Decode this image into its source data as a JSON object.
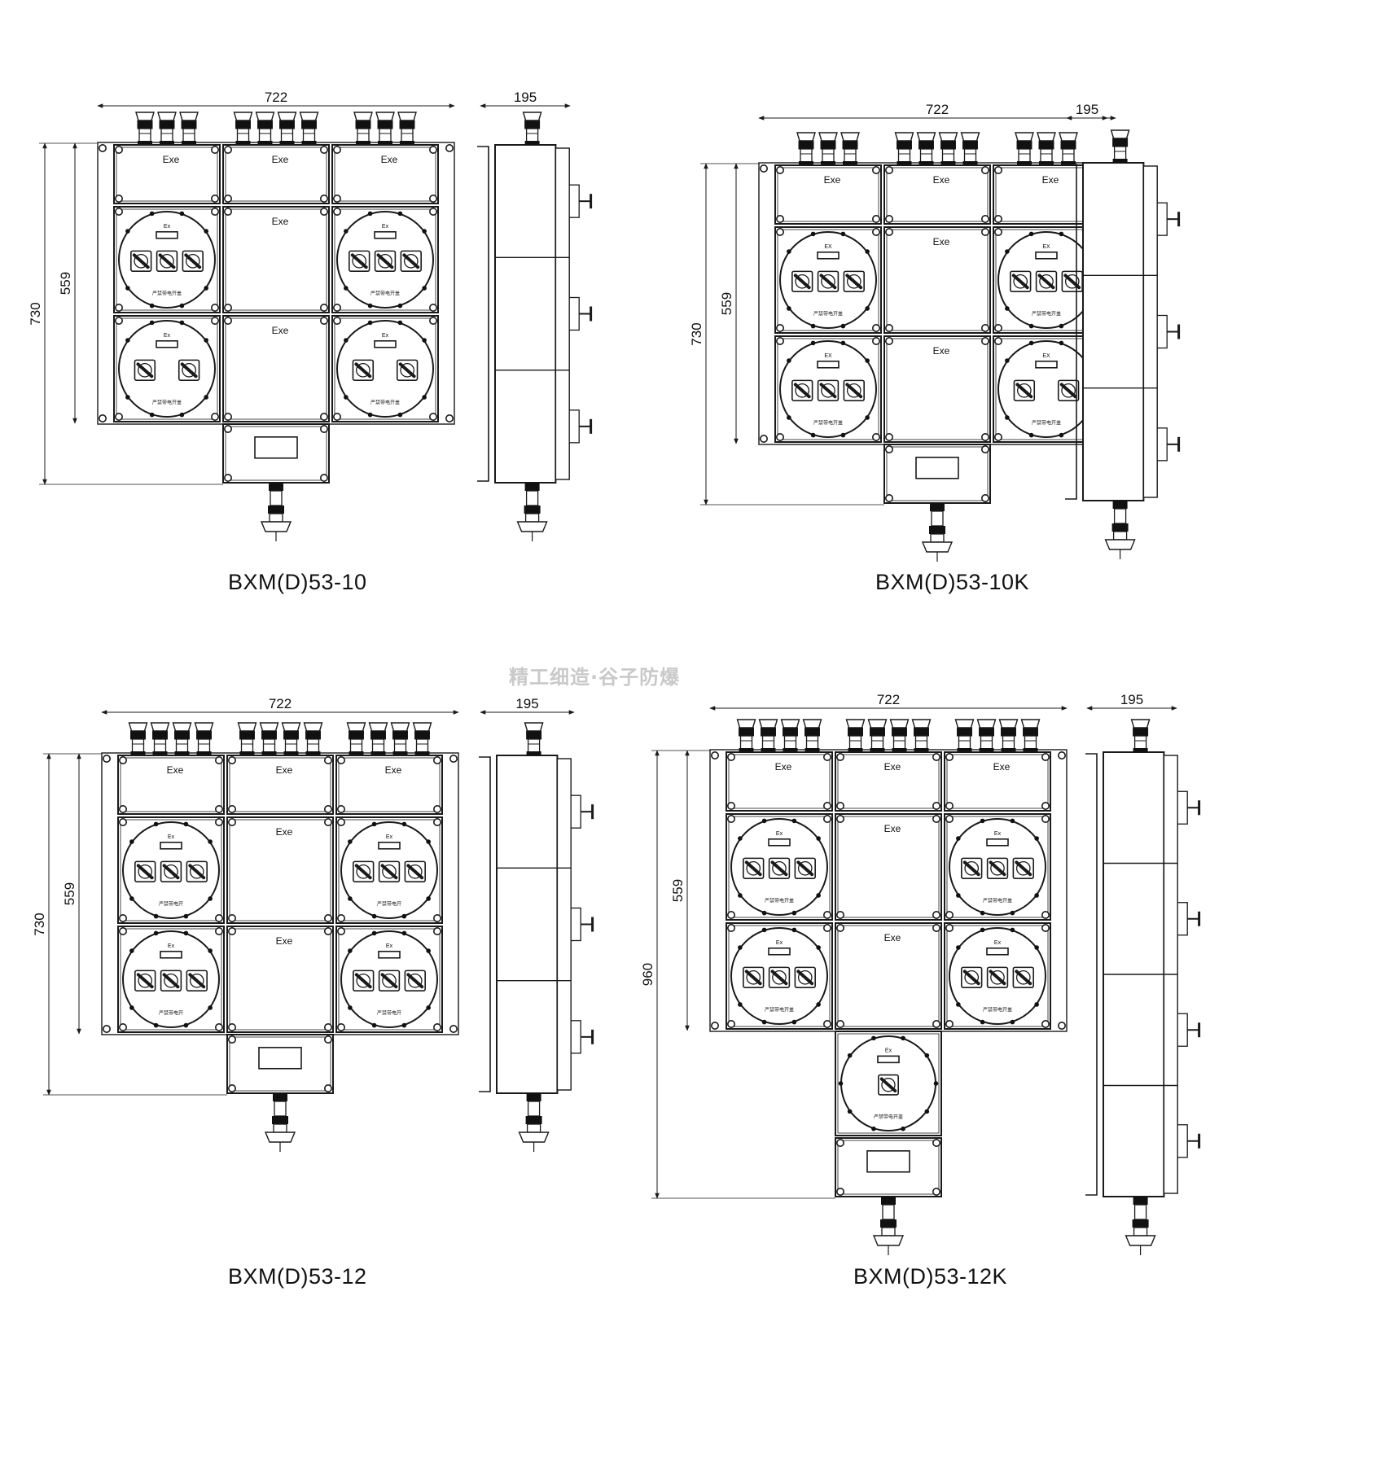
{
  "watermark": "精工细造·谷子防爆",
  "colors": {
    "line": "#1a1a1a",
    "background": "#ffffff",
    "watermark": "#c9c9c9"
  },
  "drawings": [
    {
      "model": "BXM(D)53-10",
      "dims": {
        "width": "722",
        "depth": "195",
        "height": "730",
        "inner": "559"
      },
      "panels": [
        [
          {
            "type": "exe",
            "label": "Exe"
          },
          {
            "type": "exe",
            "label": "Exe"
          },
          {
            "type": "exe",
            "label": "Exe"
          }
        ],
        [
          {
            "type": "switch",
            "n": 3,
            "label": "Ex",
            "sub": "严禁带电开盖"
          },
          {
            "type": "exe",
            "label": "Exe"
          },
          {
            "type": "switch",
            "n": 3,
            "label": "Ex",
            "sub": "严禁带电开盖"
          }
        ],
        [
          {
            "type": "switch",
            "n": 2,
            "label": "Ex",
            "sub": "严禁带电开盖"
          },
          {
            "type": "exe",
            "label": "Exe"
          },
          {
            "type": "switch",
            "n": 2,
            "label": "Ex",
            "sub": "严禁带电开盖"
          }
        ]
      ],
      "bottom": [
        "window"
      ],
      "glands": [
        3,
        4,
        3
      ]
    },
    {
      "model": "BXM(D)53-10K",
      "dims": {
        "width": "722",
        "depth": "195",
        "height": "730",
        "inner": "559"
      },
      "panels": [
        [
          {
            "type": "exe",
            "label": "Exe"
          },
          {
            "type": "exe",
            "label": "Exe"
          },
          {
            "type": "exe",
            "label": "Exe"
          }
        ],
        [
          {
            "type": "switch",
            "n": 3,
            "label": "EX",
            "sub": "严禁带电开盖"
          },
          {
            "type": "exe",
            "label": "Exe"
          },
          {
            "type": "switch",
            "n": 3,
            "label": "EX",
            "sub": "严禁带电开盖"
          }
        ],
        [
          {
            "type": "switch",
            "n": 3,
            "label": "EX",
            "sub": "严禁带电开盖"
          },
          {
            "type": "exe",
            "label": "Exe"
          },
          {
            "type": "switch",
            "n": 2,
            "label": "EX",
            "sub": "严禁带电开盖"
          }
        ]
      ],
      "bottom": [
        "window"
      ],
      "glands": [
        3,
        4,
        3
      ]
    },
    {
      "model": "BXM(D)53-12",
      "dims": {
        "width": "722",
        "depth": "195",
        "height": "730",
        "inner": "559"
      },
      "panels": [
        [
          {
            "type": "exe",
            "label": "Exe"
          },
          {
            "type": "exe",
            "label": "Exe"
          },
          {
            "type": "exe",
            "label": "Exe"
          }
        ],
        [
          {
            "type": "switch",
            "n": 3,
            "label": "Ex",
            "sub": "严禁带电开"
          },
          {
            "type": "exe",
            "label": "Exe"
          },
          {
            "type": "switch",
            "n": 3,
            "label": "Ex",
            "sub": "严禁带电开"
          }
        ],
        [
          {
            "type": "switch",
            "n": 3,
            "label": "Ex",
            "sub": "严禁带电开"
          },
          {
            "type": "exe",
            "label": "Exe"
          },
          {
            "type": "switch",
            "n": 3,
            "label": "Ex",
            "sub": "严禁带电开"
          }
        ]
      ],
      "bottom": [
        "window"
      ],
      "glands": [
        4,
        4,
        4
      ]
    },
    {
      "model": "BXM(D)53-12K",
      "dims": {
        "width": "722",
        "depth": "195",
        "height": "960",
        "inner": "559"
      },
      "panels": [
        [
          {
            "type": "exe",
            "label": "Exe"
          },
          {
            "type": "exe",
            "label": "Exe"
          },
          {
            "type": "exe",
            "label": "Exe"
          }
        ],
        [
          {
            "type": "switch",
            "n": 3,
            "label": "Ex",
            "sub": "严禁带电开盖"
          },
          {
            "type": "exe",
            "label": "Exe"
          },
          {
            "type": "switch",
            "n": 3,
            "label": "Ex",
            "sub": "严禁带电开盖"
          }
        ],
        [
          {
            "type": "switch",
            "n": 3,
            "label": "Ex",
            "sub": "严禁带电开盖"
          },
          {
            "type": "exe",
            "label": "Exe"
          },
          {
            "type": "switch",
            "n": 3,
            "label": "Ex",
            "sub": "严禁带电开盖"
          }
        ]
      ],
      "bottom": [
        "switch1",
        "window"
      ],
      "bottom_switch": {
        "label": "Ex",
        "sub": "严禁带电开盖"
      },
      "glands": [
        4,
        4,
        4
      ]
    }
  ]
}
